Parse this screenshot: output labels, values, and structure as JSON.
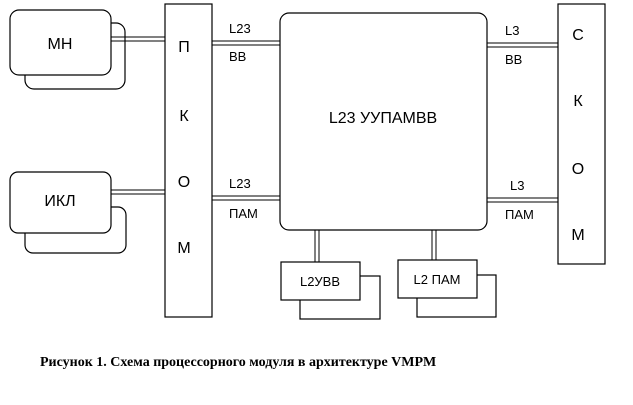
{
  "blocks": {
    "mn": "МН",
    "ikl": "ИКЛ",
    "main": "L23 УУПАМВВ",
    "l2uvv": "L2УВВ",
    "l2pam": "L2 ПАМ"
  },
  "buses": {
    "pkom": [
      "П",
      "К",
      "О",
      "М"
    ],
    "skom": [
      "С",
      "К",
      "О",
      "М"
    ]
  },
  "links": {
    "left_top_1": "L23",
    "left_top_2": "ВВ",
    "left_bot_1": "L23",
    "left_bot_2": "ПАМ",
    "right_top_1": "L3",
    "right_top_2": "ВВ",
    "right_bot_1": "L3",
    "right_bot_2": "ПАМ"
  },
  "caption": "Рисунок 1. Схема процессорного модуля в архитектуре VMPM"
}
